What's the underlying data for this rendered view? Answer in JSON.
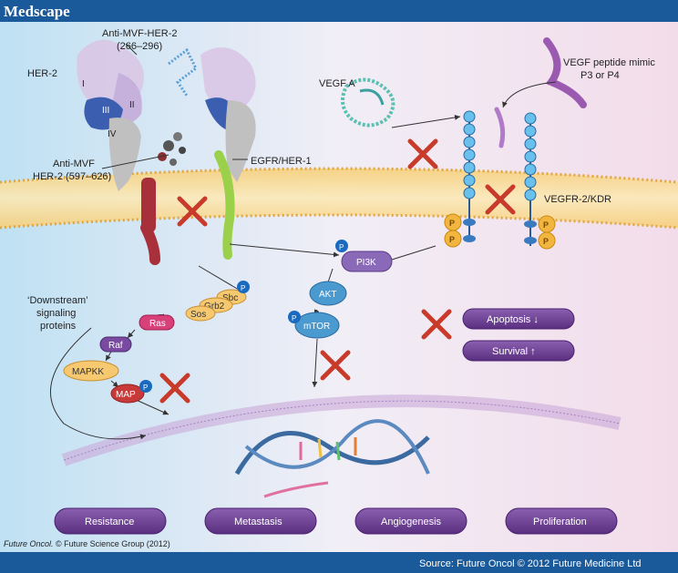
{
  "brand": "Medscape",
  "labels": {
    "anti_mvf_1": "Anti-MVF-HER-2",
    "anti_mvf_1_range": "(266–296)",
    "her2": "HER-2",
    "domain_i": "I",
    "domain_ii": "II",
    "domain_iii": "III",
    "domain_iv": "IV",
    "anti_mvf_2": "Anti-MVF",
    "anti_mvf_2_range": "HER-2 (597–626)",
    "egfr": "EGFR/HER-1",
    "vegfa": "VEGF A",
    "vegf_mimic_1": "VEGF peptide mimic",
    "vegf_mimic_2": "P3 or P4",
    "vegfr": "VEGFR-2/KDR",
    "downstream_1": "‘Downstream’",
    "downstream_2": "signaling",
    "downstream_3": "proteins",
    "phospho": "P"
  },
  "nodes": {
    "pi3k": "PI3K",
    "akt": "AKT",
    "mtor": "mTOR",
    "sbc": "Sbc",
    "grb2": "Grb2",
    "sos": "Sos",
    "ras": "Ras",
    "raf": "Raf",
    "mapkk": "MAPKK",
    "map": "MAP"
  },
  "effects": {
    "apoptosis": "Apoptosis ↓",
    "survival": "Survival ↑"
  },
  "outcomes": [
    "Resistance",
    "Metastasis",
    "Angiogenesis",
    "Proliferation"
  ],
  "credit_journal": "Future Oncol.",
  "credit_rest": " © Future Science Group (2012)",
  "footer": "Source: Future Oncol © 2012 Future Medicine Ltd",
  "colors": {
    "brand_bar": "#1a5a9a",
    "inhibit_x": "#c83a2a",
    "outcome_pill": "#6a3d8e",
    "pi3k_node": "#8a6ab8",
    "akt_node": "#4a9ad0",
    "phospho": "#f2b640"
  }
}
